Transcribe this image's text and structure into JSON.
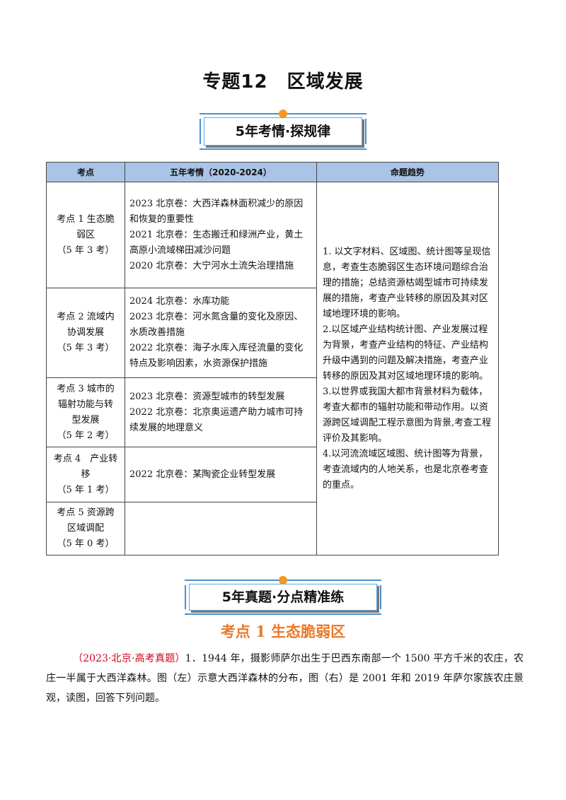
{
  "title": "专题12　区域发展",
  "banner1": "5年考情·探规律",
  "banner2": "5年真题·分点精准练",
  "table": {
    "headers": [
      "考点",
      "五年考情（2020-2024）",
      "命题趋势"
    ],
    "rows": [
      {
        "point": [
          "考点 1 生态脆",
          "弱区",
          "（5 年 3 考）"
        ],
        "history": [
          "2023 北京卷：大西洋森林面积减少的原因和恢复的重要性",
          "2021 北京卷：生态搬迁和绿洲产业，黄土高原小流域梯田减沙问题",
          "2020 北京卷：大宁河水土流失治理措施"
        ]
      },
      {
        "point": [
          "考点 2 流域内",
          "协调发展",
          "（5 年 3 考）"
        ],
        "history": [
          "2024 北京卷：水库功能",
          "2023 北京卷：河水氮含量的变化及原因、水质改善措施",
          "2022 北京卷：海子水库入库径流量的变化特点及影响因素，水资源保护措施"
        ]
      },
      {
        "point": [
          "考点 3 城市的",
          "辐射功能与转",
          "型发展",
          "（5 年 2 考）"
        ],
        "history": [
          "2023 北京卷：资源型城市的转型发展",
          "2022 北京卷：北京奥运遗产助力城市可持续发展的地理意义"
        ]
      },
      {
        "point": [
          "考点 4　产业转",
          "移",
          "（5 年 1 考）"
        ],
        "history": [
          "2022 北京卷：某陶瓷企业转型发展"
        ]
      },
      {
        "point": [
          "考点 5 资源跨",
          "区域调配",
          "（5 年 0 考）"
        ],
        "history": []
      }
    ],
    "trend": [
      "1. 以文字材料、区域图、统计图等呈现信息，考查生态脆弱区生态环境问题综合治理的措施；总结资源枯竭型城市可持续发展的措施，考查产业转移的原因及其对区域地理环境的影响。",
      "2.以区域产业结构统计图、产业发展过程为背景，考查产业结构的特征、产业结构升级中遇到的问题及解决措施，考查产业转移的原因及其对区域地理环境的影响。",
      "3.以世界或我国大都市背景材料为载体，考查大都市的辐射功能和带动作用。以资源跨区域调配工程示意图为背景,考查工程评价及其影响。",
      "4.以河流流域区域图、统计图等为背景，考查流域内的人地关系，也是北京卷考查的重点。"
    ]
  },
  "section_heading": "考点 1  生态脆弱区",
  "question": {
    "source": "（2023·北京·高考真题）",
    "text": "1．1944 年，摄影师萨尔出生于巴西东南部一个 1500 平方千米的农庄，农庄一半属于大西洋森林。图（左）示意大西洋森林的分布，图（右）是 2001 年和 2019 年萨尔家族农庄景观，读图，回答下列问题。"
  },
  "colors": {
    "banner_line": "#4a8fd0",
    "banner_dot": "#f39a1f",
    "table_header_bg": "#a9c4e6",
    "section_heading": "#e8792a",
    "source_tag": "#d0021b"
  }
}
